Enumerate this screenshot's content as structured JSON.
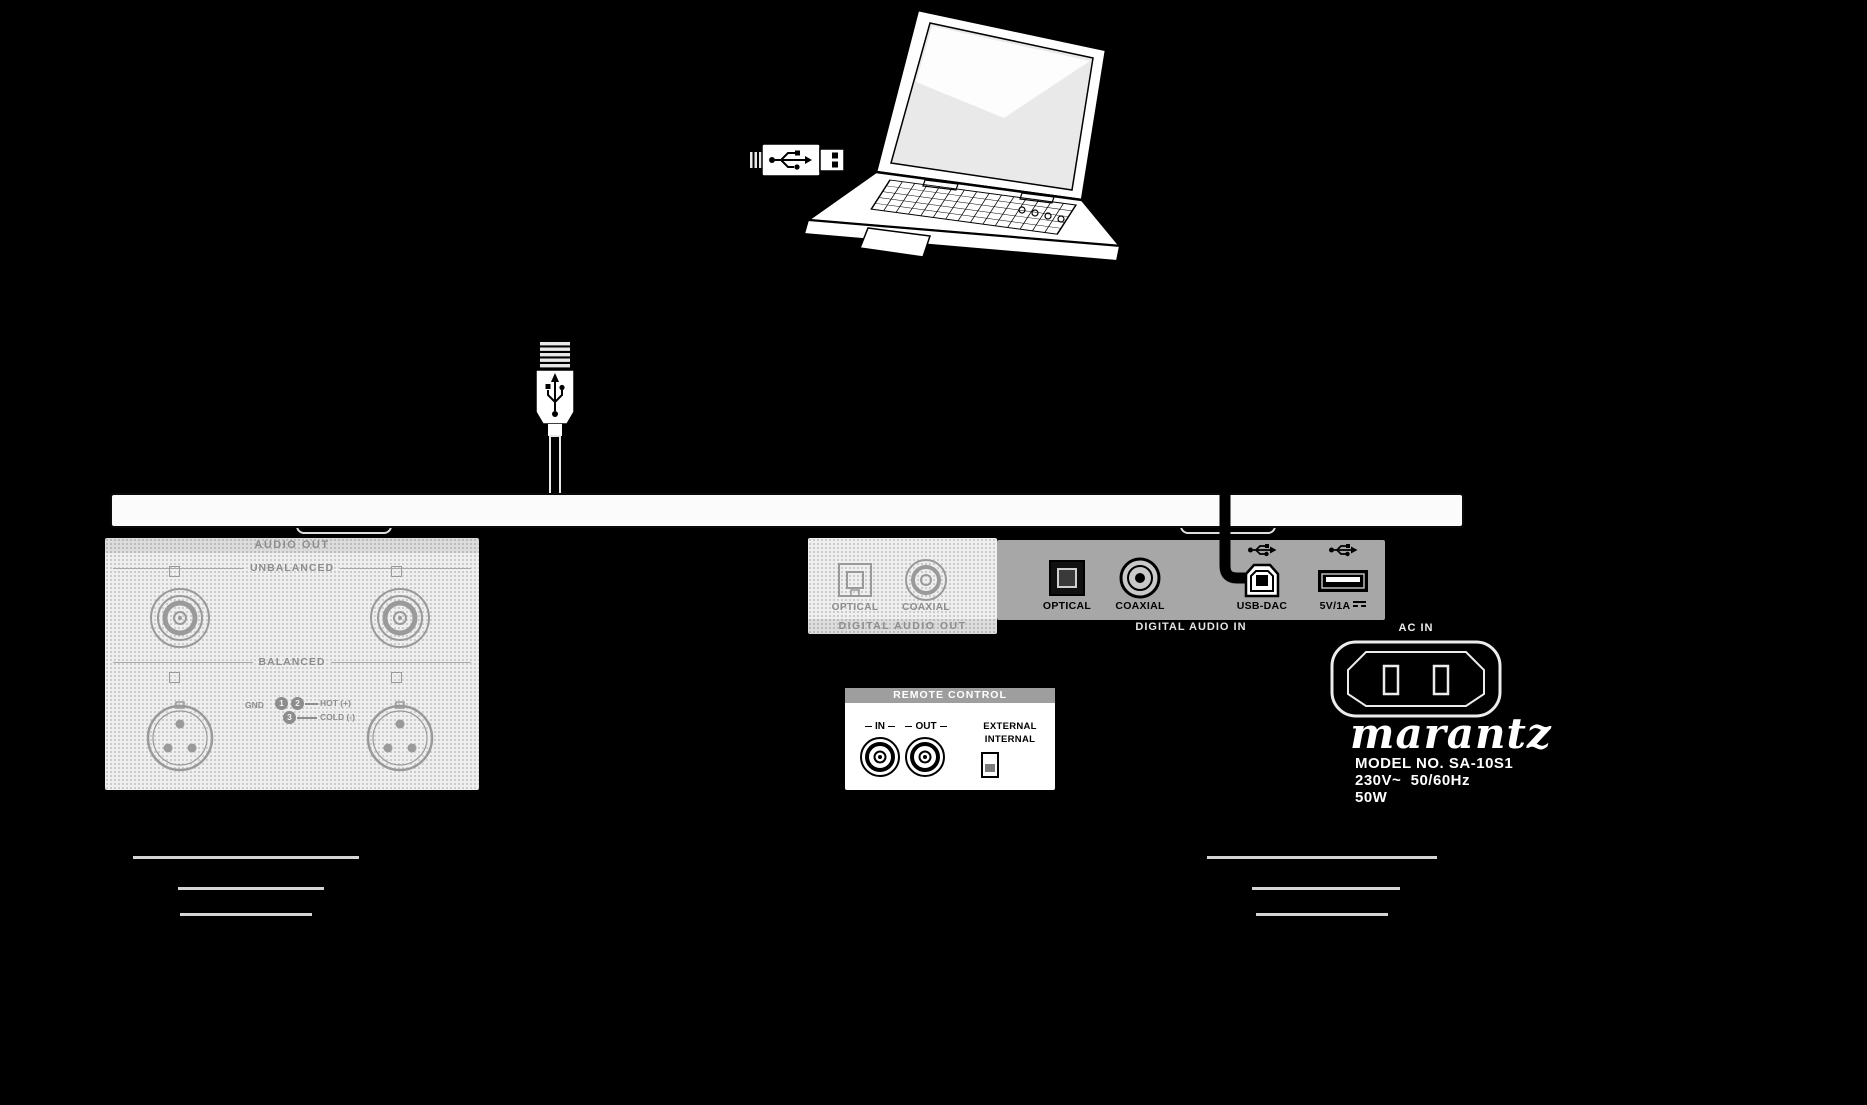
{
  "colors": {
    "background": "#000000",
    "panel_white": "#fbfbfb",
    "active_section_gray": "#a7a7a7",
    "dimmed_text": "#8d8d8d",
    "brand_text": "#ffffff"
  },
  "panel": {
    "audio_out": {
      "title": "AUDIO OUT",
      "unbalanced": "UNBALANCED",
      "balanced": "BALANCED",
      "gnd": "GND",
      "pin1": "1",
      "pin2": "2",
      "pin3": "3",
      "hot": "HOT (+)",
      "cold": "COLD (-)"
    },
    "digital_audio_out": {
      "title": "DIGITAL AUDIO OUT",
      "optical": "OPTICAL",
      "coaxial": "COAXIAL"
    },
    "digital_audio_in": {
      "title": "DIGITAL AUDIO IN",
      "optical": "OPTICAL",
      "coaxial": "COAXIAL",
      "usb_dac": "USB-DAC",
      "usb_power": "5V/1A"
    },
    "remote_control": {
      "title": "REMOTE CONTROL",
      "in": "IN",
      "out": "OUT",
      "external": "EXTERNAL",
      "internal": "INTERNAL"
    },
    "ac_in": "AC IN",
    "brand": "marantz",
    "model_no": "MODEL NO. SA-10S1",
    "voltage": "230V~  50/60Hz",
    "power": "50W"
  }
}
